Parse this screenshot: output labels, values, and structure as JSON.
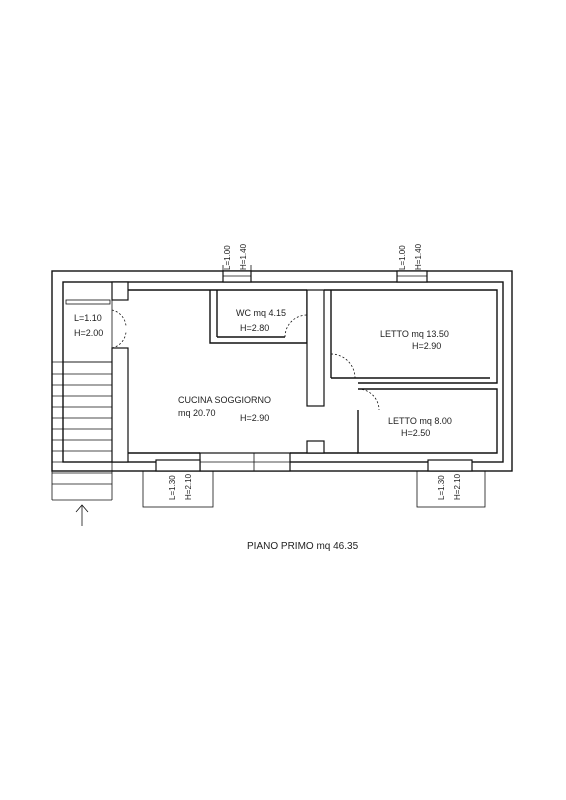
{
  "plan": {
    "title": "PIANO  PRIMO mq 46.35",
    "rooms": {
      "stair_landing": {
        "l": "L=1.10",
        "h": "H=2.00"
      },
      "wc": {
        "name": "WC mq 4.15",
        "h": "H=2.80"
      },
      "letto1": {
        "name": "LETTO mq 13.50",
        "h": "H=2.90"
      },
      "cucina": {
        "name": "CUCINA SOGGIORNO",
        "area": "mq 20.70",
        "h": "H=2.90"
      },
      "letto2": {
        "name": "LETTO mq 8.00",
        "h": "H=2.50"
      }
    },
    "windows": {
      "top_left": {
        "l": "L=1.00",
        "h": "H=1.40"
      },
      "top_right": {
        "l": "L=1.00",
        "h": "H=1.40"
      },
      "bottom_left": {
        "l": "L=1.30",
        "h": "H=2.10"
      },
      "bottom_right": {
        "l": "L=1.30",
        "h": "H=2.10"
      }
    }
  }
}
